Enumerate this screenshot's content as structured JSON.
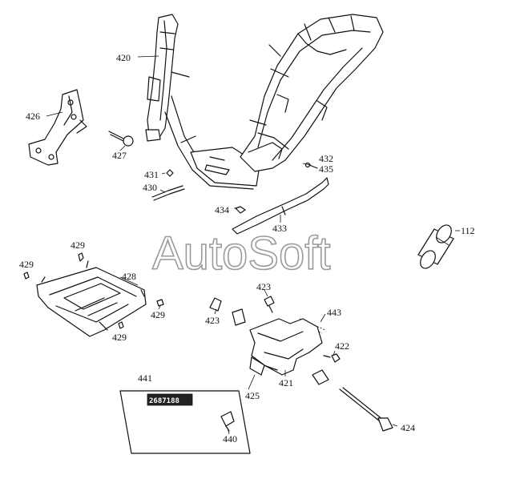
{
  "watermark": "AutoSoft",
  "labels": {
    "frame_body": "420",
    "bracket_426": "426",
    "bolt_427": "427",
    "nut_431": "431",
    "strip_430": "430",
    "bolt_432": "432",
    "nut_435": "435",
    "clip_434": "434",
    "bar_433": "433",
    "cylinder_112": "112",
    "clip_429_top": "429",
    "clip_429_left": "429",
    "plate_428": "428",
    "clip_429_right": "429",
    "clip_429_bottom": "429",
    "grommet_423": "423",
    "bolt_423": "423",
    "spring_443": "443",
    "nut_422": "422",
    "stand_421": "421",
    "bushing_425": "425",
    "decal_441": "441",
    "decal_text": "2687188",
    "cap_440": "440",
    "shaft_424": "424"
  }
}
